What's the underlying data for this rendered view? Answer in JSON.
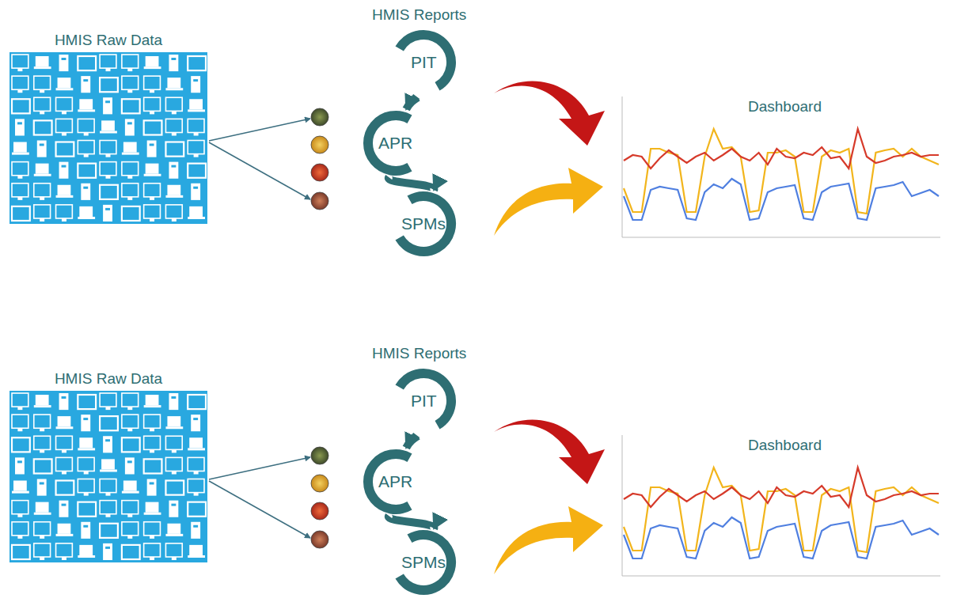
{
  "diagram": {
    "nodes": [
      {
        "text": [
          "HMIS Raw Data"
        ]
      },
      {
        "text": [
          "PIT"
        ]
      },
      {
        "text": [
          "APR"
        ]
      },
      {
        "text": [
          "SPMs"
        ]
      },
      {
        "text": [
          "Dashboard"
        ]
      },
      {
        "text": [
          "HMIS Raw Data"
        ]
      },
      {
        "text": [
          "PIT"
        ]
      },
      {
        "text": [
          "APR"
        ]
      },
      {
        "text": [
          "SPMs"
        ]
      },
      {
        "text": [
          "Dashboard"
        ]
      }
    ],
    "edges": [
      {
        "from": 1,
        "to": 2,
        "arrow": "to"
      },
      {
        "from": 2,
        "to": 3,
        "arrow": "to"
      },
      {
        "from": 6,
        "to": 7,
        "arrow": "to"
      },
      {
        "from": 7,
        "to": 8,
        "arrow": "to"
      }
    ],
    "labels": [
      "HMIS Reports",
      "HMIS Reports"
    ]
  }
}
